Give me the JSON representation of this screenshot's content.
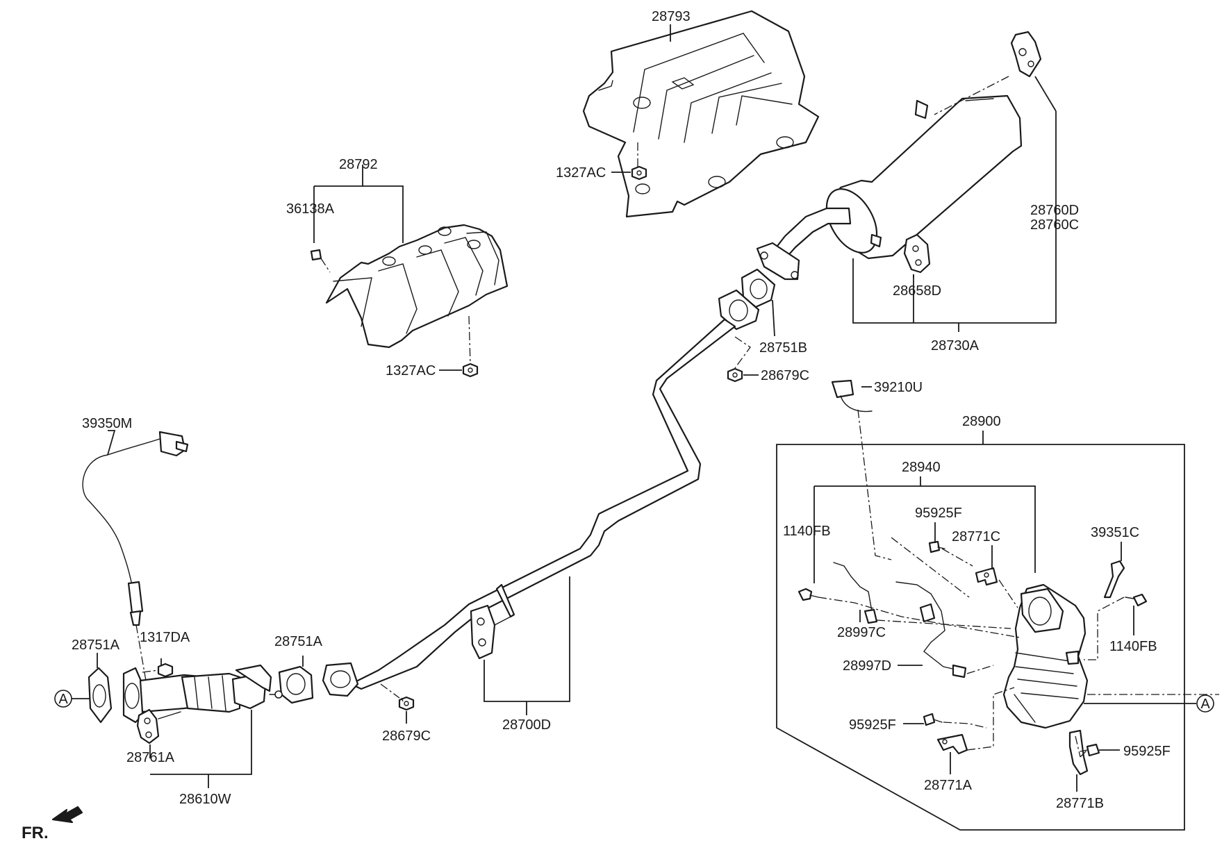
{
  "labels": {
    "p28793": "28793",
    "p1327ac_top": "1327AC",
    "p28792": "28792",
    "p36138a": "36138A",
    "p1327ac_mid": "1327AC",
    "p28760d": "28760D",
    "p28760c": "28760C",
    "p28658d": "28658D",
    "p28730a": "28730A",
    "p28751b": "28751B",
    "p28679c_top": "28679C",
    "p39210u": "39210U",
    "p28900": "28900",
    "p28940": "28940",
    "p39350m": "39350M",
    "p95925f_a": "95925F",
    "p28771c": "28771C",
    "p1140fb_a": "1140FB",
    "p39351c": "39351C",
    "p28997c": "28997C",
    "p1140fb_b": "1140FB",
    "p28997d": "28997D",
    "p28751a_left": "28751A",
    "p1317da": "1317DA",
    "p28751a_mid": "28751A",
    "p95925f_b": "95925F",
    "p95925f_c": "95925F",
    "p28771a": "28771A",
    "p28771b": "28771B",
    "p28761a": "28761A",
    "p28679c_bottom": "28679C",
    "p28700d": "28700D",
    "p28610w": "28610W",
    "ref_a_left": "A",
    "ref_a_right": "A",
    "front": "FR."
  }
}
